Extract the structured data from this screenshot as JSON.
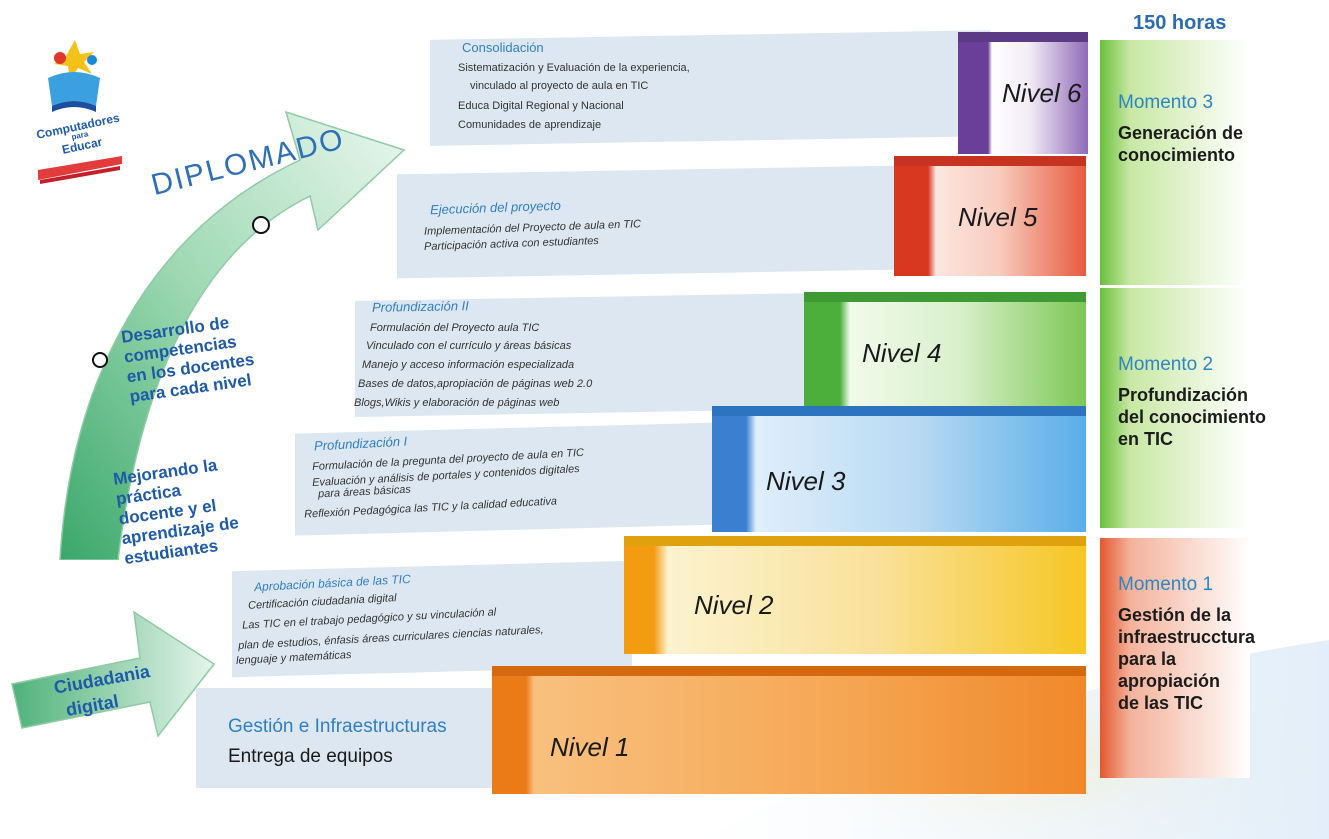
{
  "header": {
    "hours": "150 horas"
  },
  "logo": {
    "line1": "Computadores",
    "line2": "para",
    "line3": "Educar"
  },
  "arrow": {
    "title": "DIPLOMADO"
  },
  "side_texts": {
    "competencias": [
      "Desarrollo de",
      "competencias",
      "en los docentes",
      "para cada nivel"
    ],
    "mejorando": [
      "Mejorando la",
      "práctica",
      "docente y el",
      "aprendizaje de",
      "estudiantes"
    ],
    "ciudadania": [
      "Ciudadania",
      "digital"
    ]
  },
  "levels": [
    {
      "name": "Nivel 6",
      "title": "Consolidación",
      "lines": [
        "Sistematización y Evaluación de la experiencia,",
        "vinculado al proyecto de aula en TIC",
        "Educa Digital Regional y Nacional",
        "Comunidades de aprendizaje"
      ],
      "color": "#7b4fa6"
    },
    {
      "name": "Nivel 5",
      "title": "Ejecución del proyecto",
      "lines": [
        "Implementación del Proyecto de aula en TIC",
        "Participación activa con estudiantes"
      ],
      "color": "#e0452f"
    },
    {
      "name": "Nivel 4",
      "title": "Profundización II",
      "lines": [
        "Formulación del Proyecto aula TIC",
        "Vinculado con el currículo y áreas básicas",
        "Manejo y acceso información especializada",
        "Bases de datos,apropiación de páginas web 2.0",
        "Blogs,Wikis y elaboración de páginas web"
      ],
      "color": "#5fb944"
    },
    {
      "name": "Nivel 3",
      "title": "Profundización I",
      "lines": [
        "Formulación de la pregunta del proyecto de aula en TIC",
        "Evaluación y análisis de portales y contenidos digitales",
        "para áreas básicas",
        "Reflexión Pedagógica las TIC y la calidad educativa"
      ],
      "color": "#3d8fd8"
    },
    {
      "name": "Nivel 2",
      "title": "Aprobación básica de las TIC",
      "lines": [
        "Certificación ciudadania digital",
        "Las TIC en el trabajo pedagógico y su vinculación al",
        "plan de estudios, énfasis áreas curriculares ciencias naturales,",
        "lenguaje y matemáticas"
      ],
      "color": "#f5b718"
    },
    {
      "name": "Nivel 1",
      "title": "Gestión e Infraestructuras",
      "lines": [
        "Entrega de equipos"
      ],
      "color": "#f07d1f"
    }
  ],
  "moments": [
    {
      "label": "Momento 3",
      "text": [
        "Generación de",
        "conocimiento"
      ],
      "color": "#6abf3c"
    },
    {
      "label": "Momento 2",
      "text": [
        "Profundización",
        "del conocimiento",
        "en TIC"
      ],
      "color": "#6abf3c"
    },
    {
      "label": "Momento 1",
      "text": [
        "Gestión de la",
        "infraestrucctura",
        "para la",
        "apropiación",
        "de las TIC"
      ],
      "color": "#e4572e"
    }
  ]
}
